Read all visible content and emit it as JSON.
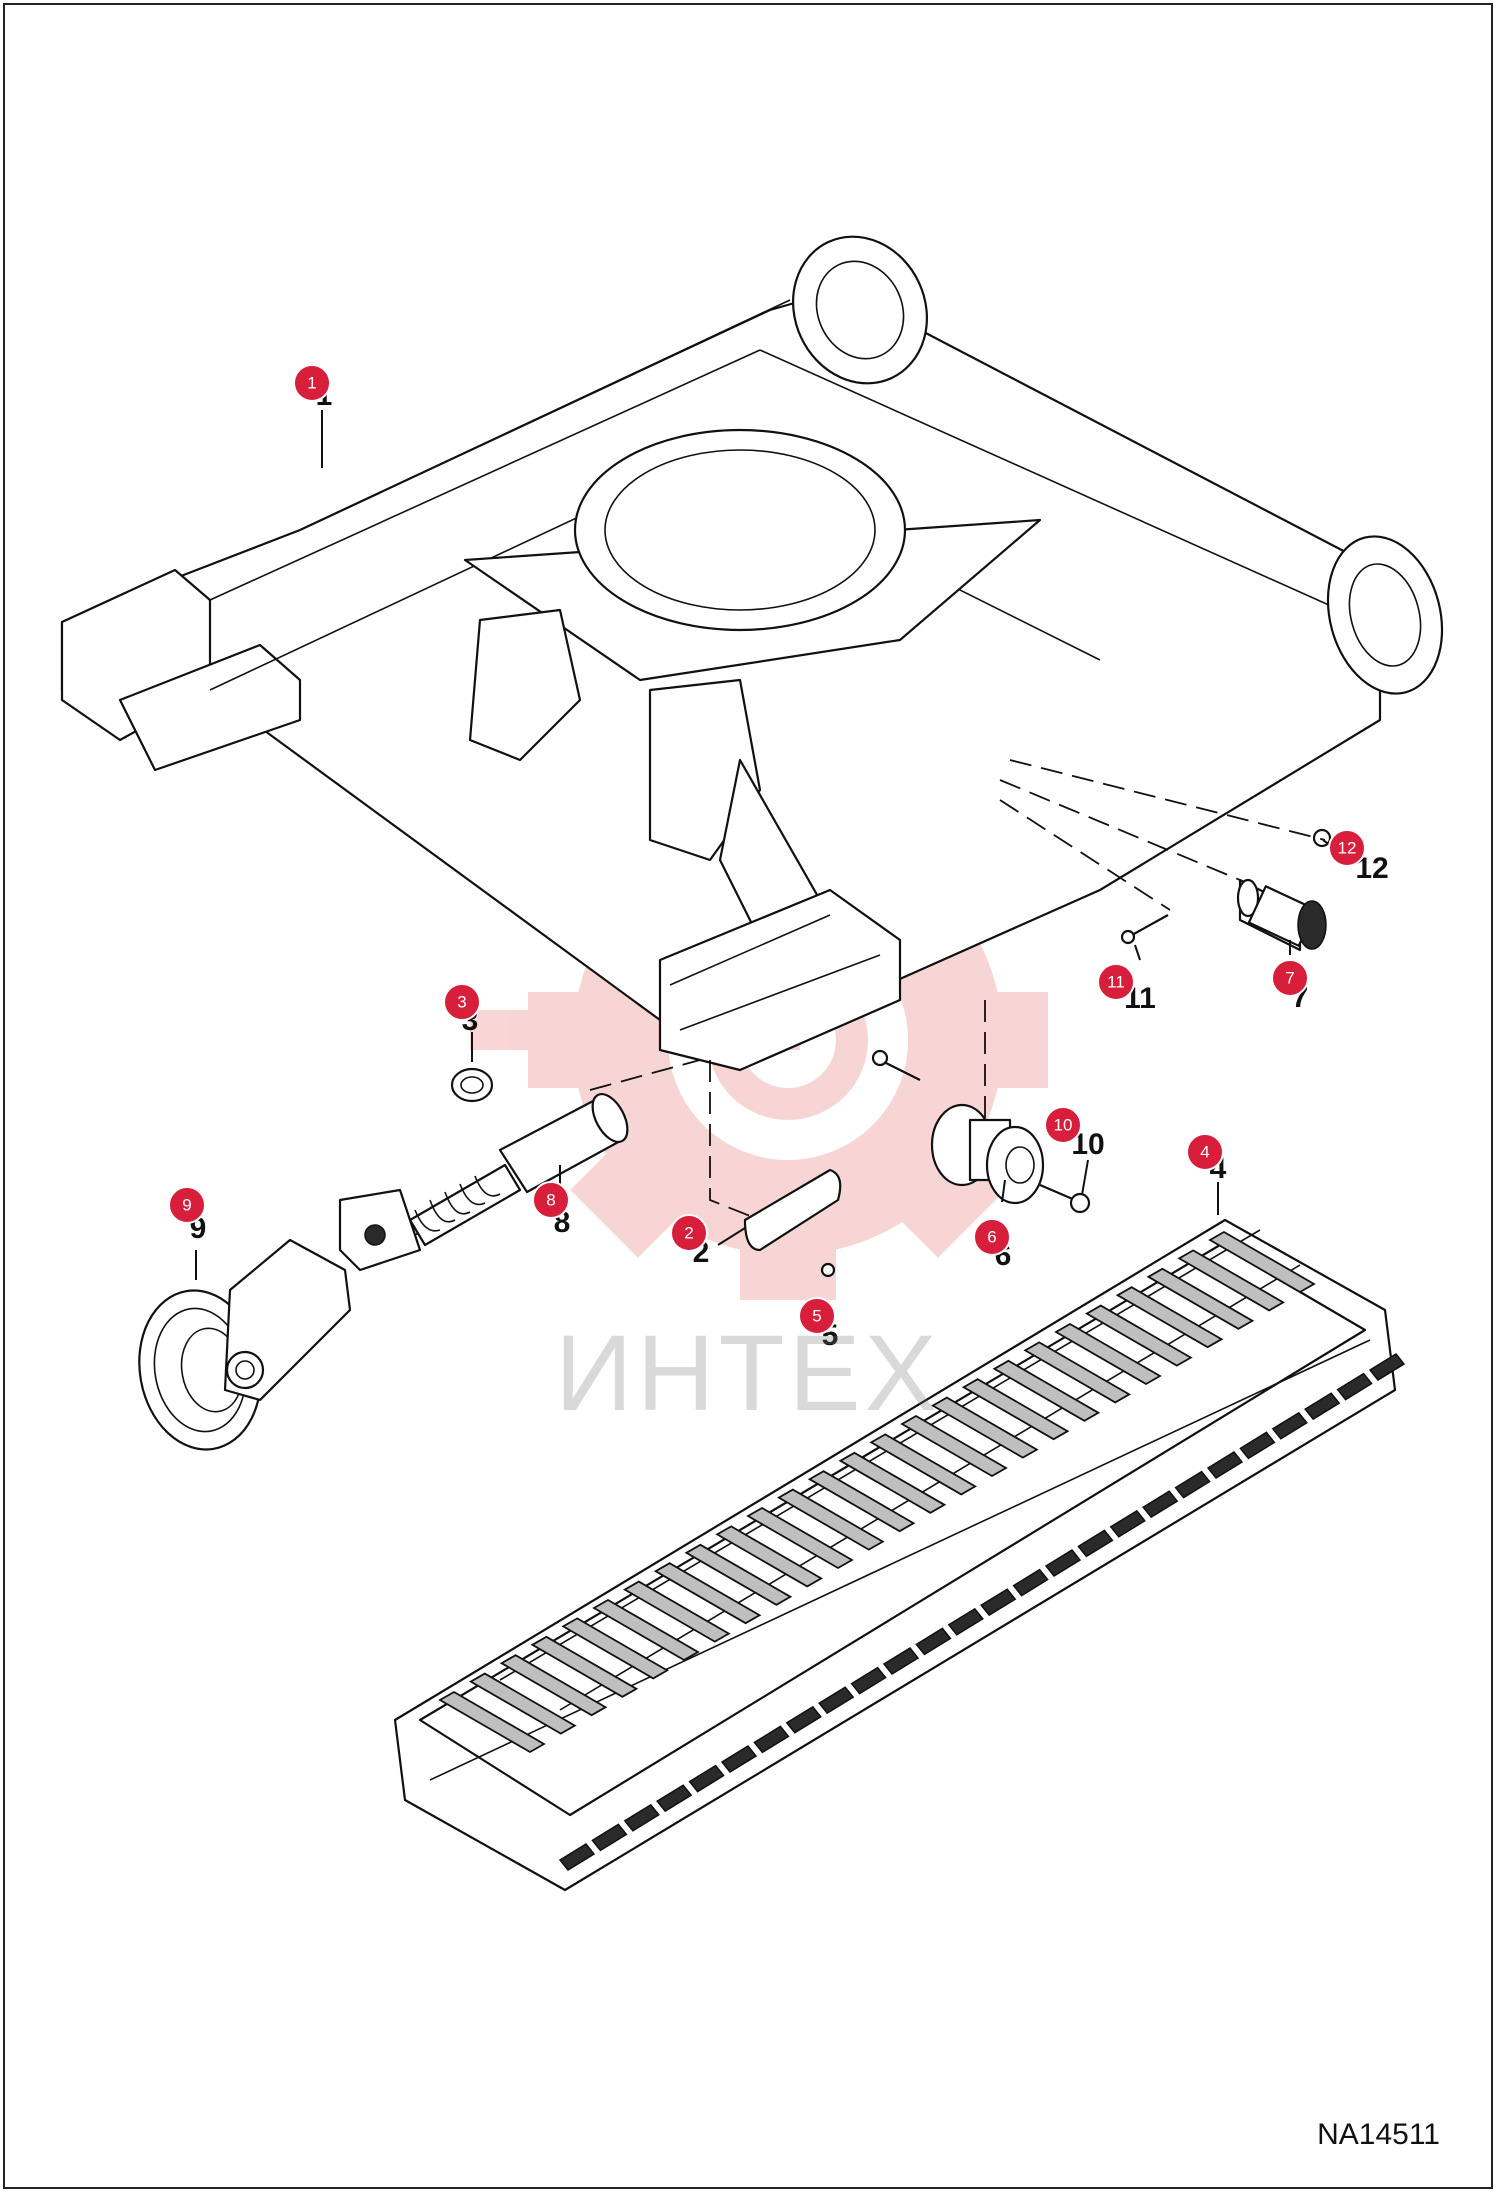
{
  "drawing_code": "NA14511",
  "watermark_text": "ИНТЕХ",
  "callouts": [
    "1",
    "2",
    "3",
    "4",
    "5",
    "6",
    "7",
    "8",
    "9",
    "10",
    "11",
    "12"
  ],
  "labels": [
    "1",
    "2",
    "3",
    "4",
    "5",
    "6",
    "7",
    "8",
    "9",
    "10",
    "11",
    "12"
  ],
  "parts": [
    {
      "number": "1",
      "icon": "track-frame-icon"
    },
    {
      "number": "2",
      "icon": "bracket-plate-icon"
    },
    {
      "number": "3",
      "icon": "ring-icon"
    },
    {
      "number": "4",
      "icon": "rubber-track-icon"
    },
    {
      "number": "5",
      "icon": "bolt-icon"
    },
    {
      "number": "6",
      "icon": "roller-icon"
    },
    {
      "number": "7",
      "icon": "top-roller-icon"
    },
    {
      "number": "8",
      "icon": "track-adjuster-cylinder-icon"
    },
    {
      "number": "9",
      "icon": "idler-wheel-icon"
    },
    {
      "number": "10",
      "icon": "bolt-icon"
    },
    {
      "number": "11",
      "icon": "bolt-icon"
    },
    {
      "number": "12",
      "icon": "nut-icon"
    }
  ],
  "colors": {
    "callout": "#d71e3a",
    "watermark": "#f4b4b4",
    "line": "#111111"
  }
}
